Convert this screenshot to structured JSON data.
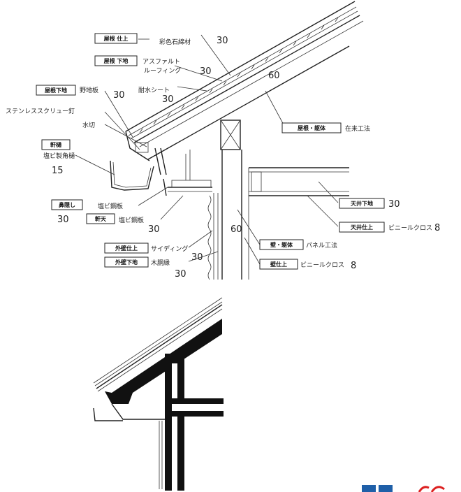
{
  "top_diagram": {
    "boxed_labels": {
      "roof_finish": "屋根 仕上",
      "roof_base": "屋根 下地",
      "eave_base": "屋根下地",
      "gutter": "軒樋",
      "fascia": "鼻隠し",
      "soffit": "軒天",
      "frame": "屋根・躯体",
      "ceiling_base": "天井下地",
      "ceiling_finish": "天井仕上",
      "wall_frame": "壁・躯体",
      "wall_finish": "壁仕上",
      "ext_wall_finish": "外壁仕上",
      "ext_wall_base": "外壁下地"
    },
    "labels": {
      "colored_slate": "彩色石綿材",
      "asphalt": "アスファルト",
      "roofing": "ルーフィング",
      "waterproof_sheet": "耐水シート",
      "nojiita": "野地板",
      "stainless_screw": "ステンレススクリュー釘",
      "mizukiri": "水切",
      "pvc_gutter": "塩ビ製角樋",
      "painted_steel_1": "塩ビ鋼板",
      "painted_steel_2": "塩ビ鋼板",
      "conventional": "在来工法",
      "panel": "パネル工法",
      "vinyl_cross_ceiling": "ビニールクロス",
      "vinyl_cross_wall": "ビニールクロス",
      "siding": "サイディング",
      "wood_furring": "木胴縁"
    },
    "numbers": {
      "slate_30": "30",
      "roofing_30": "30",
      "rafter_60": "60",
      "nojiita_30": "30",
      "sheet_30": "30",
      "gutter_15": "15",
      "fascia_30": "30",
      "soffit_30": "30",
      "ceiling_30": "30",
      "ceiling_8": "8",
      "wall_60": "60",
      "siding_30": "30",
      "furring_30": "30",
      "wall_8": "8"
    }
  },
  "bottom_diagram": {}
}
